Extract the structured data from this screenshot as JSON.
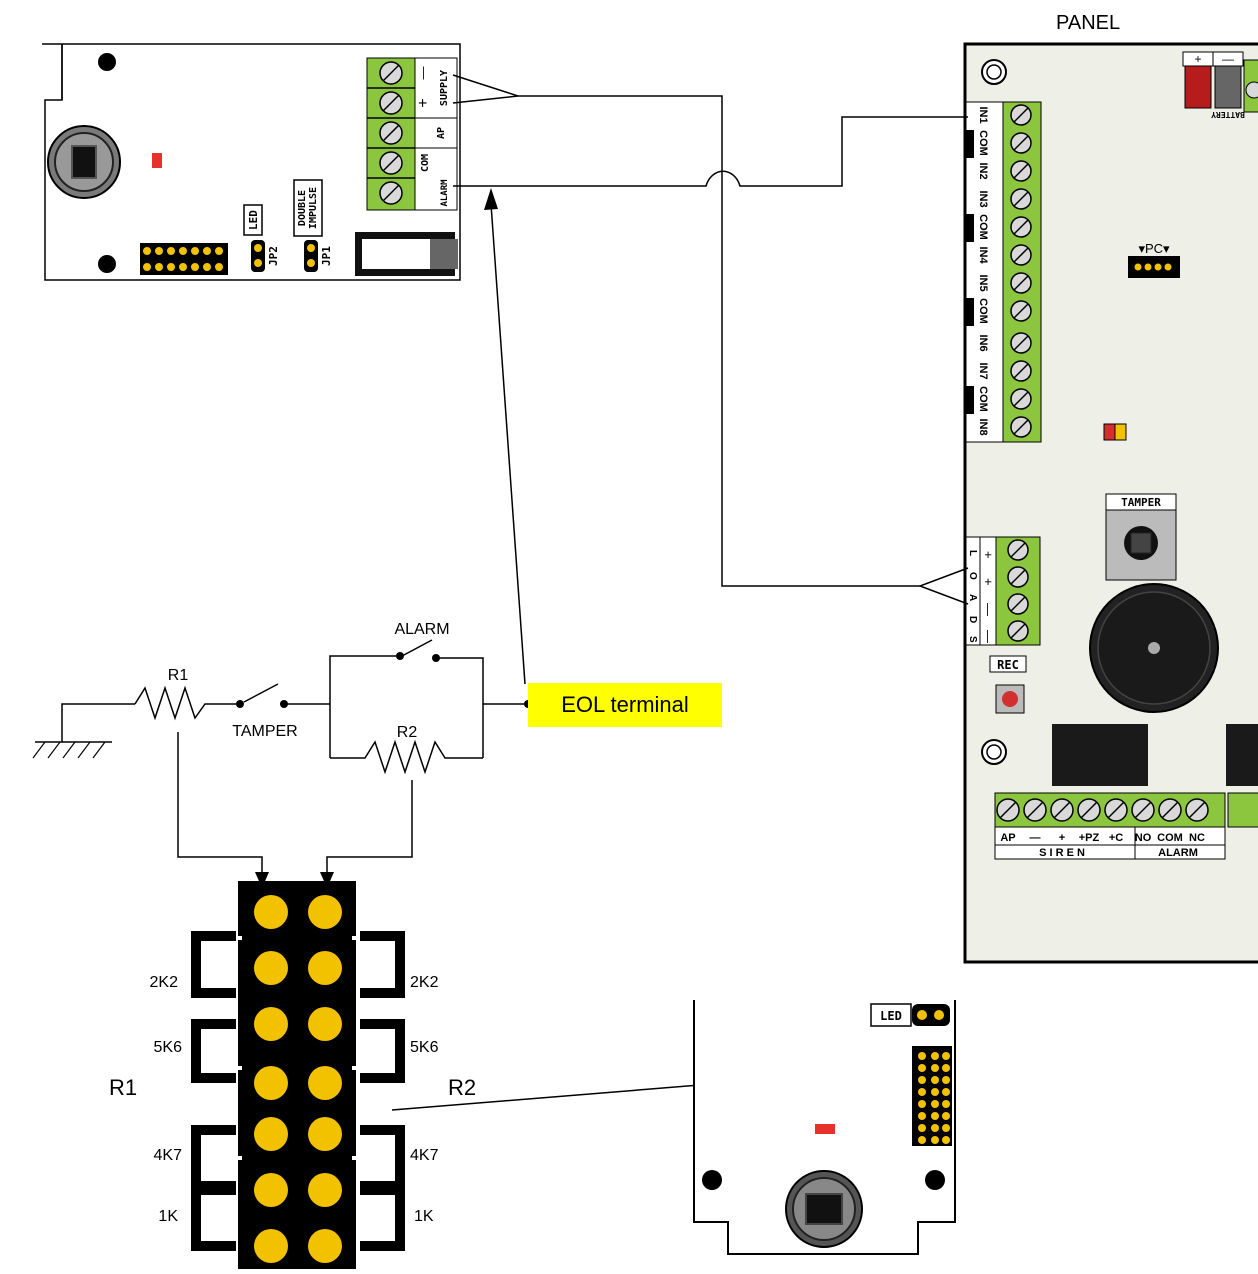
{
  "panel_title": "PANEL",
  "eol_terminal": "EOL terminal",
  "detector": {
    "supply_minus": "—",
    "supply_plus": "+",
    "supply": "SUPPLY",
    "ap": "AP",
    "com": "COM",
    "alarm": "ALARM",
    "led": "LED",
    "jp2": "JP2",
    "double_impulse_1": "DOUBLE",
    "double_impulse_2": "IMPULSE",
    "jp1": "JP1"
  },
  "panel": {
    "battery": "BATTERY",
    "battery_plus": "+",
    "battery_minus": "—",
    "inputs": [
      "IN1",
      "COM",
      "IN2",
      "IN3",
      "COM",
      "IN4",
      "IN5",
      "COM",
      "IN6",
      "IN7",
      "COM",
      "IN8"
    ],
    "pc": "▾PC▾",
    "tamper": "TAMPER",
    "loads_signs": [
      "+",
      "+",
      "—",
      "—"
    ],
    "loads_letters": [
      "L",
      "O",
      "A",
      "D",
      "S"
    ],
    "rec": "REC",
    "siren_terms": [
      "AP",
      "—",
      "+",
      "+PZ",
      "+C"
    ],
    "alarm_terms": [
      "NO",
      "COM",
      "NC"
    ],
    "siren_label": "S I R E N",
    "alarm_label": "ALARM"
  },
  "schematic": {
    "alarm": "ALARM",
    "r1": "R1",
    "tamper": "TAMPER",
    "r2": "R2"
  },
  "jumpers": {
    "r1_title": "R1",
    "r2_title": "R2",
    "left": [
      "2K2",
      "5K6",
      "4K7",
      "1K"
    ],
    "right": [
      "2K2",
      "5K6",
      "4K7",
      "1K"
    ]
  },
  "detector_bottom": {
    "led": "LED"
  }
}
